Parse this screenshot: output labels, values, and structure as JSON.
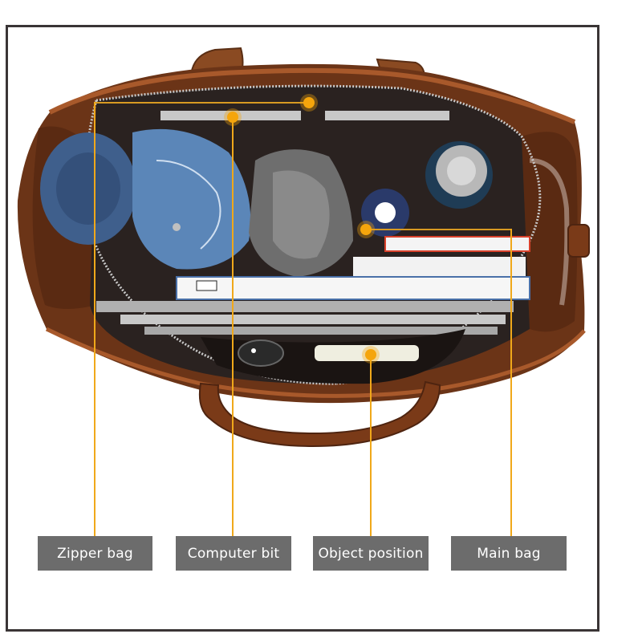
{
  "frame": {
    "border_color": "#3a3536",
    "background": "#ffffff"
  },
  "product": {
    "subject": "open brown leather duffel bag viewed from above",
    "leather_color": "#7a3e1c",
    "lining_color": "#3a2e2a",
    "contents": [
      "rolled jeans",
      "rolled grey sweater",
      "laptops",
      "notebooks",
      "thermos bottle",
      "rolled socks",
      "key fob",
      "small notebook"
    ]
  },
  "callouts": {
    "color": "#f5a50c",
    "items": [
      {
        "id": "zipper-bag",
        "label": "Zipper bag"
      },
      {
        "id": "computer-bit",
        "label": "Computer bit"
      },
      {
        "id": "object-position",
        "label": "Object position"
      },
      {
        "id": "main-bag",
        "label": "Main bag"
      }
    ]
  },
  "label_box_color": "#6c6c6c",
  "label_text_color": "#ffffff"
}
